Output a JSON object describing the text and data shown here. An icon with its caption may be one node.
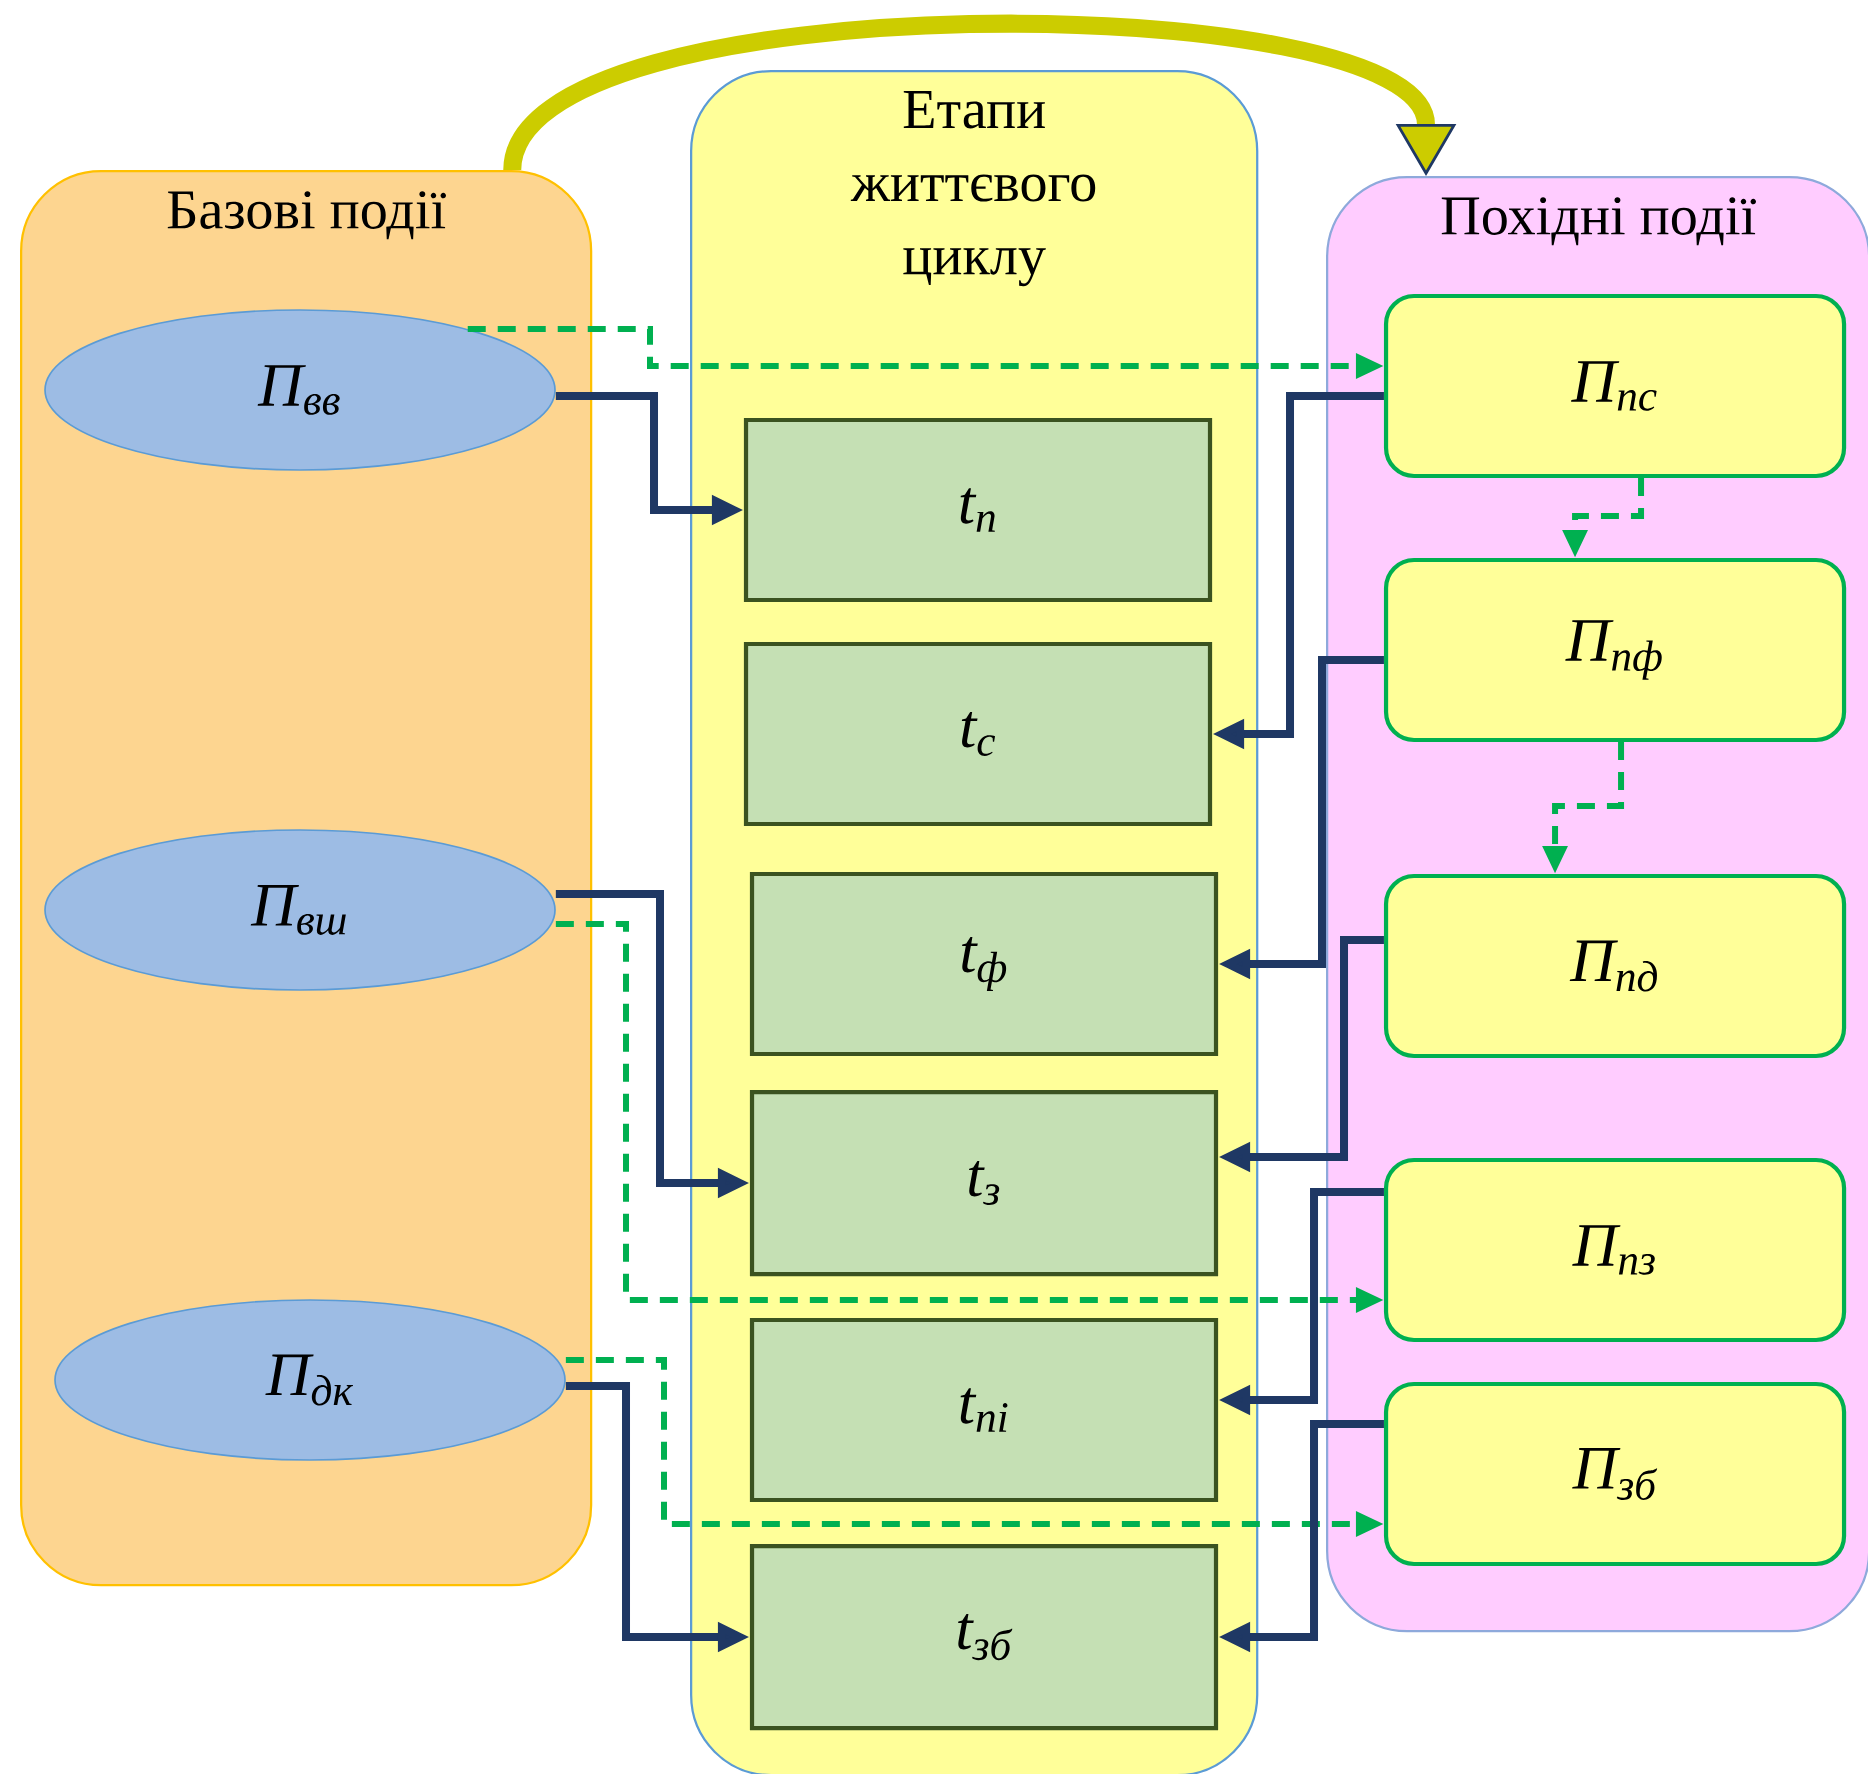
{
  "diagram": {
    "nodes": [
      {
        "text": [
          "Базові події"
        ]
      },
      {
        "text": [
          "П$_{вв}$"
        ],
        "in": 0
      },
      {
        "text": [
          "П$_{вш}$"
        ],
        "in": 0
      },
      {
        "text": [
          "П$_{дк}$"
        ],
        "in": 0
      },
      {
        "text": [
          "Етапи життєвого циклу"
        ]
      },
      {
        "text": [
          "t$_{п}$"
        ],
        "in": 4
      },
      {
        "text": [
          "t$_{с}$"
        ],
        "in": 4
      },
      {
        "text": [
          "t$_{ф}$"
        ],
        "in": 4
      },
      {
        "text": [
          "t$_{з}$"
        ],
        "in": 4
      },
      {
        "text": [
          "t$_{пі}$"
        ],
        "in": 4
      },
      {
        "text": [
          "t$_{зб}$"
        ],
        "in": 4
      },
      {
        "text": [
          "Похідні події"
        ]
      },
      {
        "text": [
          "П$_{пс}$"
        ],
        "in": 11
      },
      {
        "text": [
          "П$_{пф}$"
        ],
        "in": 11
      },
      {
        "text": [
          "П$_{пд}$"
        ],
        "in": 11
      },
      {
        "text": [
          "П$_{пз}$"
        ],
        "in": 11
      },
      {
        "text": [
          "П$_{зб}$"
        ],
        "in": 11
      }
    ],
    "edges": [
      {
        "from": 0,
        "to": 11,
        "arrow": "to",
        "style": "thick",
        "color": "#cccc00"
      },
      {
        "from": 1,
        "to": 5,
        "arrow": "to"
      },
      {
        "from": 1,
        "to": 12,
        "arrow": "to",
        "style": "dashed",
        "color": "#00b050"
      },
      {
        "from": 2,
        "to": 8,
        "arrow": "to"
      },
      {
        "from": 2,
        "to": 15,
        "arrow": "to",
        "style": "dashed",
        "color": "#00b050"
      },
      {
        "from": 3,
        "to": 10,
        "arrow": "to"
      },
      {
        "from": 3,
        "to": 16,
        "arrow": "to",
        "style": "dashed",
        "color": "#00b050"
      },
      {
        "from": 12,
        "to": 6,
        "arrow": "to"
      },
      {
        "from": 13,
        "to": 7,
        "arrow": "to"
      },
      {
        "from": 14,
        "to": 8,
        "arrow": "to"
      },
      {
        "from": 15,
        "to": 9,
        "arrow": "to"
      },
      {
        "from": 16,
        "to": 10,
        "arrow": "to"
      },
      {
        "from": 12,
        "to": 13,
        "arrow": "to",
        "style": "dashed",
        "color": "#00b050"
      },
      {
        "from": 13,
        "to": 14,
        "arrow": "to",
        "style": "dashed",
        "color": "#00b050"
      }
    ]
  }
}
